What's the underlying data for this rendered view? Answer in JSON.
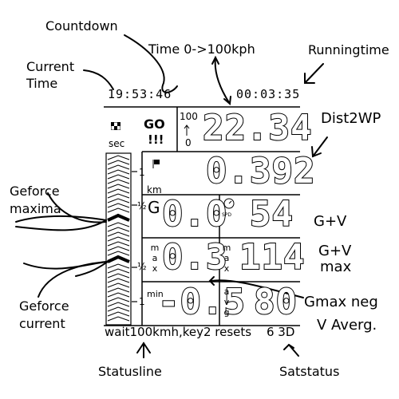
{
  "annotations": {
    "countdown": "Countdown",
    "time_0_100": "Time 0->100kph",
    "runningtime": "Runningtime",
    "current_time_line1": "Current",
    "current_time_line2": "Time",
    "dist2wp": "Dist2WP",
    "geforce_maxima_line1": "Geforce",
    "geforce_maxima_line2": "maxima",
    "gv": "G+V",
    "gv_max_line1": "G+V",
    "gv_max_line2": "max",
    "gmax_neg": "Gmax neg",
    "v_averg": "V Averg.",
    "geforce_current_line1": "Geforce",
    "geforce_current_line2": "current",
    "statusline": "Statusline",
    "satstatus": "Satstatus"
  },
  "display": {
    "current_time": "19:53:46",
    "running_time": "00:03:35",
    "sec_label": "sec",
    "go_text": "GO",
    "go_bang": "!!!",
    "speed_range_top": "100",
    "speed_range_bottom": "0",
    "timer_value": "22.34",
    "dist_value": "0.392",
    "dist_unit": "km",
    "scale_1_upper": "1",
    "scale_half_upper": "½",
    "scale_half_lower": "½",
    "scale_1_lower": "1",
    "g_label": "G",
    "g_value": "0.0",
    "spd_label": "SPD",
    "speed_value": "54",
    "max_label": [
      "m",
      "a",
      "x"
    ],
    "max_label_right": [
      "m",
      "a",
      "x"
    ],
    "g_max_value": "0.3",
    "v_max_value": "114",
    "min_label": "min",
    "g_min_value": "-0.5",
    "avg_label": [
      "a",
      "v",
      "g"
    ],
    "v_avg_value": "80",
    "status_text": "wait100kmh,key2 resets",
    "sat_status": "6 3D"
  },
  "icons": {
    "checkered_flag": "checkered-flag-icon",
    "arrow_up": "arrow-up-icon",
    "speedometer": "speedometer-icon",
    "flag": "flag-icon"
  }
}
